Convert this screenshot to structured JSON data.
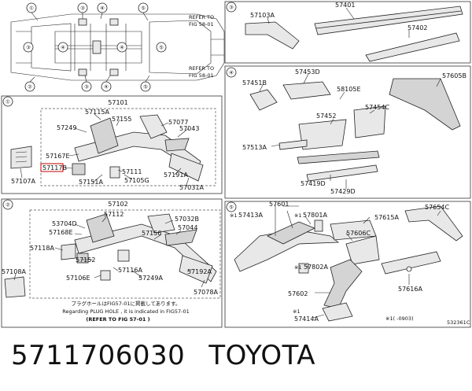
{
  "sections": {
    "s1": "①",
    "s2": "②",
    "s3": "③",
    "s4": "④",
    "s5": "⑤"
  },
  "overview": {
    "refer_a_1": "REFER TO",
    "refer_a_2": "FIG 58-01",
    "refer_b_1": "REFER TO",
    "refer_b_2": "FIG 58-01"
  },
  "panel1": {
    "group": "57101",
    "parts": [
      "57115A",
      "57155",
      "57249",
      "57077",
      "57043",
      "57167E",
      "57117B",
      "57107A",
      "57151A",
      "57111",
      "57105G",
      "57191A",
      "57031A"
    ]
  },
  "panel2": {
    "group": "57102",
    "parts": [
      "57112",
      "53704D",
      "57168E",
      "57032B",
      "57044",
      "57156",
      "57118A",
      "57152",
      "57106E",
      "57116A",
      "57249A",
      "57192A",
      "57108A",
      "57078A"
    ],
    "note_jp": "プラグホールはFIG57-01に掲載してあります。",
    "note_en": "Regarding PLUG HOLE , it is indicated in FIG57-01",
    "note_ref": "(REFER TO FIG 57-01 )"
  },
  "panel3": {
    "parts": [
      "57103A",
      "57401",
      "57402"
    ]
  },
  "panel4": {
    "parts": [
      "57453D",
      "57451B",
      "58105E",
      "57605B",
      "57454C",
      "57452",
      "57513A",
      "57419D",
      "57429D"
    ]
  },
  "panel5": {
    "parts": [
      "57601",
      "57413A",
      "57801A",
      "57615A",
      "57654C",
      "57606C",
      "57802A",
      "57616A",
      "57602",
      "57414A"
    ],
    "mark_a": "※1",
    "mark_b": "※1",
    "mark_c": "※1",
    "mark_d": "※1",
    "mark_e": "※1",
    "footnote": "※1(  -0903)",
    "code": "532361C"
  },
  "footer": {
    "part_number": "5711706030",
    "brand": "TOYOTA"
  }
}
